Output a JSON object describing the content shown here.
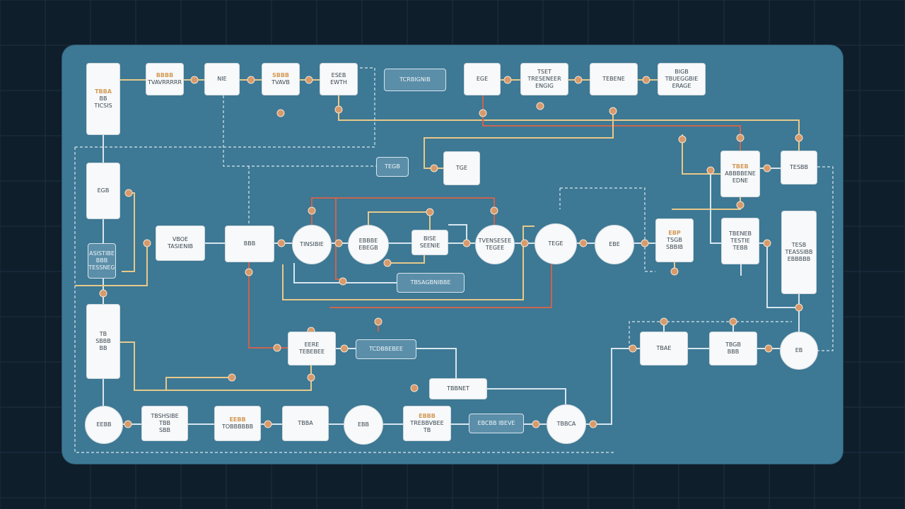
{
  "diagram": {
    "background_color": "#0f1e2b",
    "panel_color": "#3d7894",
    "colors": {
      "wire_red": "#c8654f",
      "wire_yellow": "#e7c98a",
      "wire_light": "#d6e6ef",
      "wire_dashed": "#d9e7ef",
      "connector": "#d89a6b"
    },
    "nodes": {
      "n01": [
        "TBBA",
        "BB",
        "TICSIS"
      ],
      "n02": [
        "BBBB",
        "TVAVRRRRR"
      ],
      "n03": [
        "NIE"
      ],
      "n04": [
        "SBBB",
        "TVAVB"
      ],
      "n05": [
        "ESEB",
        "EWTH"
      ],
      "n06": [
        "TCRBIGNIB"
      ],
      "n07": [
        "EGE"
      ],
      "n08": [
        "TSET",
        "TRESENEER",
        "ENGIG"
      ],
      "n09": [
        "TEBENE"
      ],
      "n10": [
        "BIGB",
        "TBUEGGBIE",
        "ERAGE"
      ],
      "n11": [
        "EGB"
      ],
      "n12": [
        "TEGB"
      ],
      "n13": [
        "TGE"
      ],
      "n14": [
        "TBEB",
        "ABBBBENE",
        "EDNE"
      ],
      "n15": [
        "TESBB"
      ],
      "n16": [
        "ASISTIBE",
        "BBB",
        "TESSNEG"
      ],
      "n17": [
        "VBOE",
        "TASIENIB"
      ],
      "n18": [
        "BBB"
      ],
      "n19": [
        "TINSIBIE"
      ],
      "n20": [
        "EBBBE",
        "EBEGB"
      ],
      "n21": [
        "BISE",
        "SEENIE"
      ],
      "n22": [
        "TVENSESEE",
        "TEGEE"
      ],
      "n23": [
        "TEGE"
      ],
      "n24": [
        "EBE"
      ],
      "n25": [
        "EBP",
        "TSGB",
        "SBBIB"
      ],
      "n26": [
        "TBENEB",
        "TESTIE",
        "TEBB"
      ],
      "n27": [
        "TBSAGBNIBBE"
      ],
      "n28": [
        "TB",
        "SBBB",
        "BB"
      ],
      "n29": [
        "TESB",
        "TEASSIBB",
        "EBBBBB"
      ],
      "n30": [
        "TCDBBEBEE"
      ],
      "n31": [
        "TBAE"
      ],
      "n32": [
        "EERE",
        "TEBEBEE"
      ],
      "n33": [
        "EB"
      ],
      "n34": [
        "TBSHSIBE",
        "TBB",
        "SBB"
      ],
      "n35": [
        "EEBB",
        "TOBBBBBB"
      ],
      "n36": [
        "TBBA"
      ],
      "n37": [
        "EBB"
      ],
      "n38": [
        "EBBB",
        "TREBBVBEE",
        "TB"
      ],
      "n39": [
        "EBCBB IBEVE"
      ],
      "n40": [
        "TBBCA"
      ],
      "n41": [
        "TBBNET"
      ],
      "n42": [
        "TBGB",
        "BBB"
      ]
    }
  }
}
